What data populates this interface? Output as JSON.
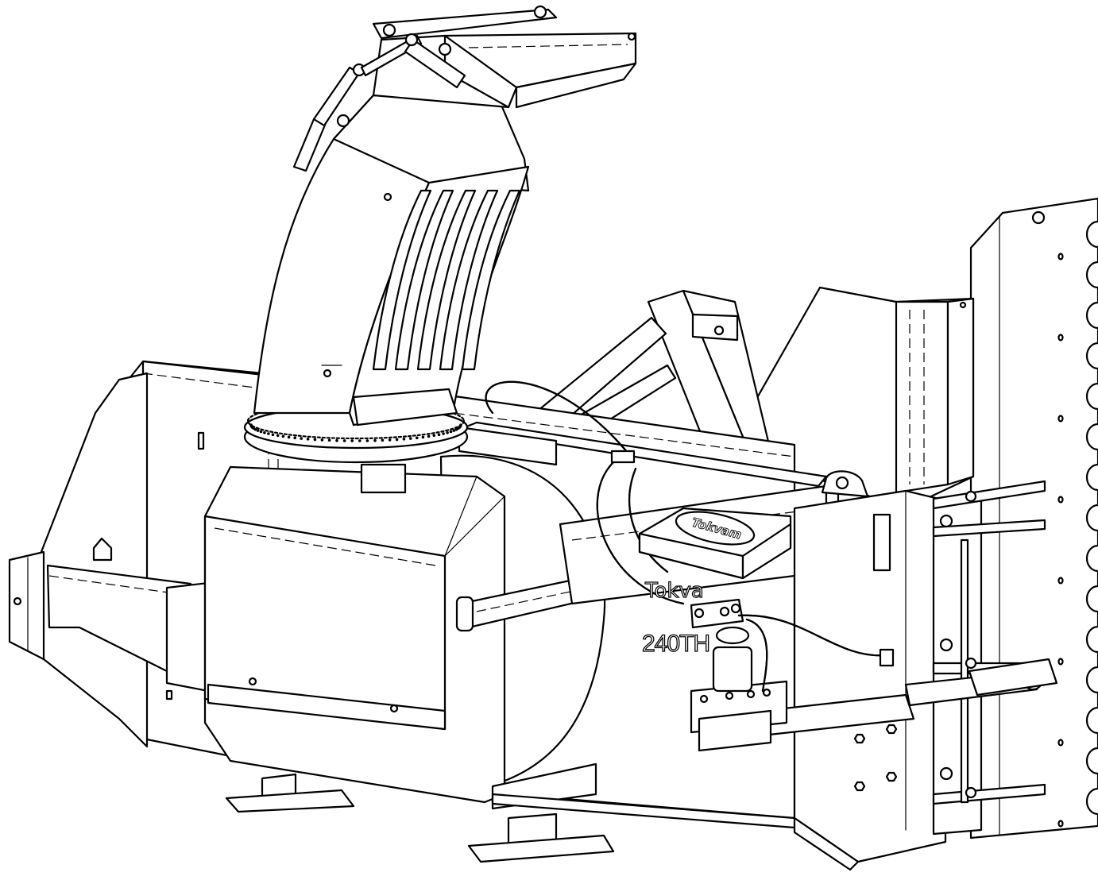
{
  "drawing": {
    "model_label": "240TH",
    "brand_cover": "Tokvam",
    "brand_side": "Tokva"
  },
  "colors": {
    "line": "#000000",
    "background": "#ffffff"
  }
}
